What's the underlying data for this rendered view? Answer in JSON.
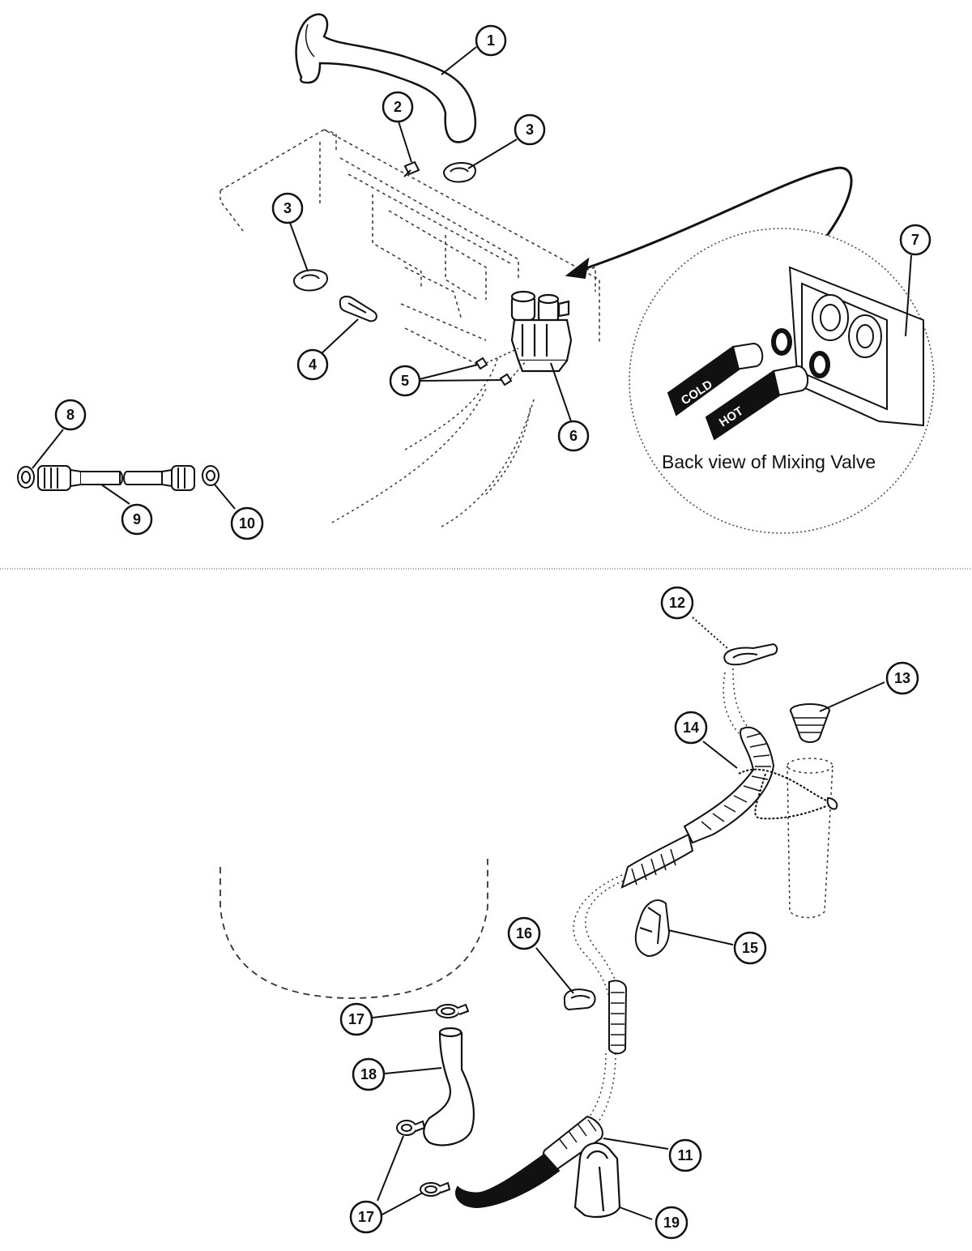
{
  "inset": {
    "caption": "Back view of Mixing Valve",
    "cold_label": "COLD",
    "hot_label": "HOT"
  },
  "callouts": {
    "c1": "1",
    "c2": "2",
    "c3a": "3",
    "c3b": "3",
    "c4": "4",
    "c5": "5",
    "c6": "6",
    "c7": "7",
    "c8": "8",
    "c9": "9",
    "c10": "10",
    "c11": "11",
    "c12": "12",
    "c13": "13",
    "c14": "14",
    "c15": "15",
    "c16": "16",
    "c17a": "17",
    "c17b": "17",
    "c18": "18",
    "c19": "19"
  }
}
